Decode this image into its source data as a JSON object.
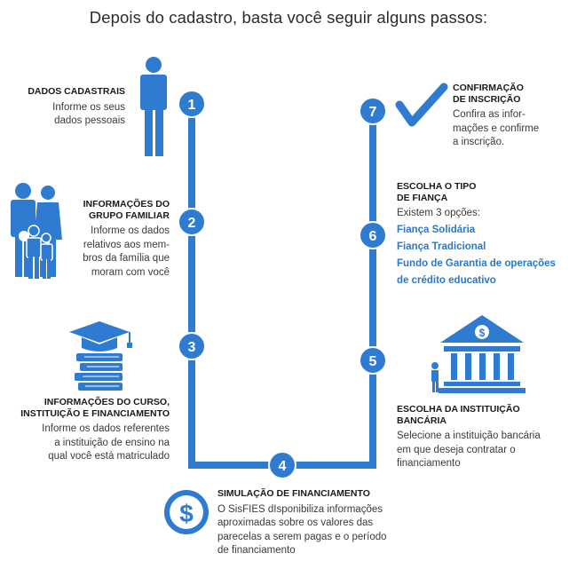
{
  "title": "Depois do cadastro, basta você seguir alguns passos:",
  "colors": {
    "accent": "#2f7bd2",
    "text": "#333333",
    "heading": "#1a1a1a",
    "option": "#2a78c8"
  },
  "steps": [
    {
      "number": "1",
      "icon": "person-icon",
      "heading": [
        "DADOS CADASTRAIS"
      ],
      "description": [
        "Informe os seus",
        "dados pessoais"
      ]
    },
    {
      "number": "2",
      "icon": "family-icon",
      "heading": [
        "INFORMAÇÕES DO",
        "GRUPO FAMILIAR"
      ],
      "description": [
        "Informe os dados",
        "relativos aos mem-",
        "bros da família que",
        "moram com você"
      ]
    },
    {
      "number": "3",
      "icon": "graduation-books-icon",
      "heading": [
        "INFORMAÇÕES DO CURSO,",
        "INSTITUIÇÃO E FINANCIAMENTO"
      ],
      "description": [
        "Informe os dados referentes",
        "a instituição de ensino na",
        "qual você está matriculado"
      ]
    },
    {
      "number": "4",
      "icon": "dollar-circle-icon",
      "heading": [
        "SIMULAÇÃO DE FINANCIAMENTO"
      ],
      "description": [
        "O SisFIES dIsponibiliza informações",
        "aproximadas sobre os valores das",
        "parecelas a serem pagas e o período",
        "de financiamento"
      ]
    },
    {
      "number": "5",
      "icon": "bank-icon",
      "heading": [
        "ESCOLHA DA INSTITUIÇÃO",
        "BANCÁRIA"
      ],
      "description": [
        "Selecione a instituição bancária",
        "em que deseja contratar o",
        "financiamento"
      ]
    },
    {
      "number": "6",
      "icon": "",
      "heading": [
        "ESCOLHA O TIPO",
        "DE FIANÇA"
      ],
      "description": [
        "Existem 3 opções:"
      ],
      "options": [
        "Fiança Solidária",
        "Fiança  Tradicional",
        "Fundo de Garantia de operações",
        "de crédito educativo"
      ]
    },
    {
      "number": "7",
      "icon": "checkmark-icon",
      "heading": [
        "CONFIRMAÇÃO",
        "DE INSCRIÇÃO"
      ],
      "description": [
        "Confira as infor-",
        "mações e confirme",
        "a inscrição."
      ]
    }
  ]
}
